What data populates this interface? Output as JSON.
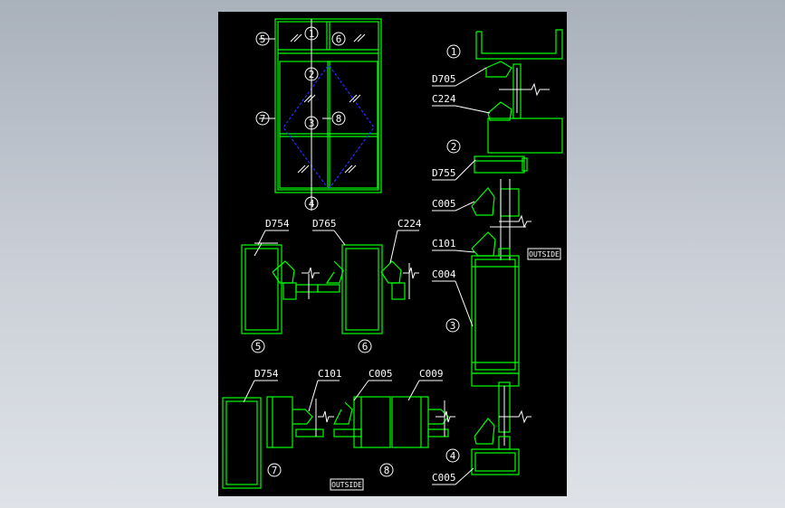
{
  "colors": {
    "background": "#000000",
    "profile": "#00ff00",
    "line": "#ffffff",
    "diagonal": "#2a2aff",
    "viewport_bg": "#c4cad2"
  },
  "elevation": {
    "numbers": [
      "1",
      "2",
      "3",
      "4",
      "5",
      "6",
      "7",
      "8"
    ]
  },
  "section_right": {
    "labels": [
      "D705",
      "C224",
      "D755",
      "C005",
      "C101",
      "C004",
      "C005"
    ],
    "numbers": [
      "1",
      "2",
      "3",
      "4"
    ],
    "outside": "OUTSIDE"
  },
  "section_mid": {
    "labels": [
      "D754",
      "D765",
      "C224"
    ],
    "numbers": [
      "5",
      "6"
    ]
  },
  "section_bottom": {
    "labels": [
      "D754",
      "C101",
      "C005",
      "C009"
    ],
    "numbers": [
      "7",
      "8"
    ],
    "outside": "OUTSIDE"
  }
}
